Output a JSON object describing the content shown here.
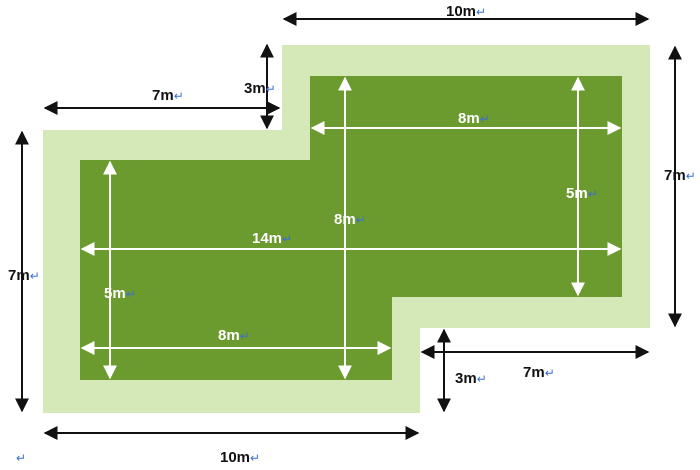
{
  "colors": {
    "border_fill": "#d5e8b8",
    "inner_fill": "#6b9a2f",
    "arrow_dark": "#111111",
    "arrow_light": "#ffffff",
    "return_mark": "#3b6fd0"
  },
  "return_mark": "↵",
  "labels": {
    "top_width": "10m",
    "top_step_height": "3m",
    "left_step_width": "7m",
    "right_height": "7m",
    "left_height": "7m",
    "bottom_step_height": "3m",
    "bottom_step_width": "7m",
    "bottom_width": "10m",
    "inner_top_width": "8m",
    "inner_right_height": "5m",
    "inner_center_height": "8m",
    "inner_total_width": "14m",
    "inner_left_height": "5m",
    "inner_bottom_width": "8m"
  }
}
